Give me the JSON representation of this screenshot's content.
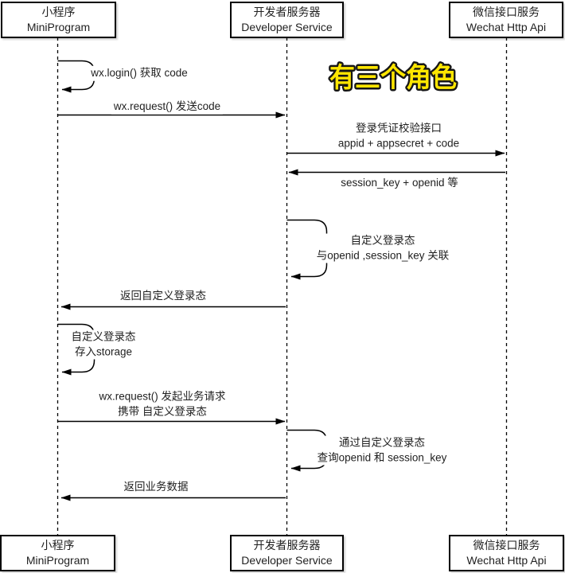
{
  "page": {
    "background_color": "#ffffff",
    "line_color": "#000000",
    "text_color": "#1f1f1f"
  },
  "annotation": {
    "text": "有三个角色",
    "fill_color": "#FFE600",
    "outline_color": "#161616"
  },
  "actors": [
    {
      "id": "miniprogram",
      "name_cn": "小程序",
      "name_en": "MiniProgram"
    },
    {
      "id": "developer-service",
      "name_cn": "开发者服务器",
      "name_en": "Developer Service"
    },
    {
      "id": "wechat-api",
      "name_cn": "微信接口服务",
      "name_en": "Wechat Http Api"
    }
  ],
  "messages": [
    {
      "kind": "self",
      "actor": "miniprogram",
      "lines": [
        "wx.login() 获取 code"
      ]
    },
    {
      "kind": "send",
      "from": "miniprogram",
      "to": "developer-service",
      "lines": [
        "wx.request() 发送code"
      ]
    },
    {
      "kind": "send",
      "from": "developer-service",
      "to": "wechat-api",
      "lines": [
        "登录凭证校验接口",
        "appid + appsecret + code"
      ]
    },
    {
      "kind": "send",
      "from": "wechat-api",
      "to": "developer-service",
      "lines": [
        "session_key + openid 等"
      ]
    },
    {
      "kind": "self",
      "actor": "developer-service",
      "lines": [
        "自定义登录态",
        "与openid ,session_key 关联"
      ]
    },
    {
      "kind": "send",
      "from": "developer-service",
      "to": "miniprogram",
      "lines": [
        "返回自定义登录态"
      ]
    },
    {
      "kind": "self",
      "actor": "miniprogram",
      "lines": [
        "自定义登录态",
        "存入storage"
      ]
    },
    {
      "kind": "send",
      "from": "miniprogram",
      "to": "developer-service",
      "lines": [
        "wx.request() 发起业务请求",
        "携带 自定义登录态"
      ]
    },
    {
      "kind": "self",
      "actor": "developer-service",
      "lines": [
        "通过自定义登录态",
        "查询openid 和 session_key"
      ]
    },
    {
      "kind": "send",
      "from": "developer-service",
      "to": "miniprogram",
      "lines": [
        "返回业务数据"
      ]
    }
  ]
}
